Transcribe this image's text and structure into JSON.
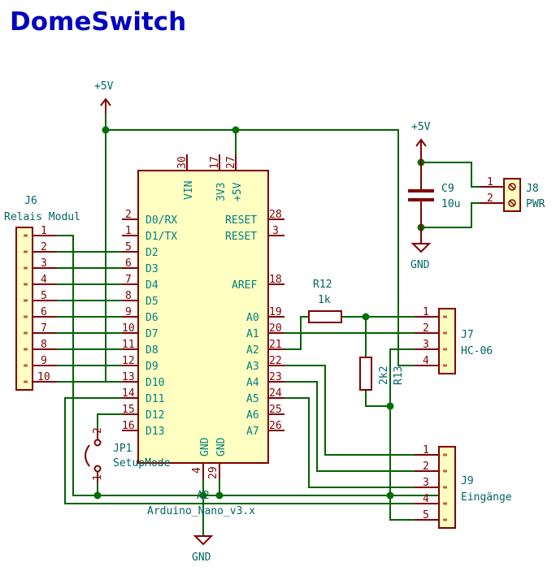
{
  "title": "DomeSwitch",
  "colors": {
    "wire": "#006400",
    "component": "#800000",
    "body_fill": "#ffffc2",
    "label": "#006464",
    "title": "#0000c0"
  },
  "power_labels": {
    "vcc_left": "+5V",
    "vcc_right": "+5V",
    "gnd_bottom": "GND",
    "gnd_right": "GND"
  },
  "arduino": {
    "reference": "A2",
    "value": "Arduino_Nano_v3.x",
    "top_pins": [
      {
        "name": "VIN",
        "number": "30"
      },
      {
        "name": "3V3",
        "number": "17"
      },
      {
        "name": "+5V",
        "number": "27"
      }
    ],
    "left_pins": [
      {
        "name": "D0/RX",
        "number": "2"
      },
      {
        "name": "D1/TX",
        "number": "1"
      },
      {
        "name": "D2",
        "number": "5"
      },
      {
        "name": "D3",
        "number": "6"
      },
      {
        "name": "D4",
        "number": "7"
      },
      {
        "name": "D5",
        "number": "8"
      },
      {
        "name": "D6",
        "number": "9"
      },
      {
        "name": "D7",
        "number": "10"
      },
      {
        "name": "D8",
        "number": "11"
      },
      {
        "name": "D9",
        "number": "12"
      },
      {
        "name": "D10",
        "number": "13"
      },
      {
        "name": "D11",
        "number": "14"
      },
      {
        "name": "D12",
        "number": "15"
      },
      {
        "name": "D13",
        "number": "16"
      }
    ],
    "right_pins": [
      {
        "name": "RESET",
        "number": "28"
      },
      {
        "name": "RESET",
        "number": "3"
      },
      {
        "name": "AREF",
        "number": "18"
      },
      {
        "name": "A0",
        "number": "19"
      },
      {
        "name": "A1",
        "number": "20"
      },
      {
        "name": "A2",
        "number": "21"
      },
      {
        "name": "A3",
        "number": "22"
      },
      {
        "name": "A4",
        "number": "23"
      },
      {
        "name": "A5",
        "number": "24"
      },
      {
        "name": "A6",
        "number": "25"
      },
      {
        "name": "A7",
        "number": "26"
      }
    ],
    "bottom_pins": [
      {
        "name": "GND",
        "number": "4"
      },
      {
        "name": "GND",
        "number": "29"
      }
    ]
  },
  "j6": {
    "reference": "J6",
    "value": "Relais Modul",
    "pins": [
      "1",
      "2",
      "3",
      "4",
      "5",
      "6",
      "7",
      "8",
      "9",
      "10"
    ]
  },
  "j7": {
    "reference": "J7",
    "value": "HC-06",
    "pins": [
      "1",
      "2",
      "3",
      "4"
    ]
  },
  "j8": {
    "reference": "J8",
    "value": "PWR",
    "pins": [
      "1",
      "2"
    ]
  },
  "j9": {
    "reference": "J9",
    "value": "Eingänge",
    "pins": [
      "1",
      "2",
      "3",
      "4",
      "5"
    ]
  },
  "jp1": {
    "reference": "JP1",
    "value": "SetupMode",
    "pins": [
      "1",
      "2"
    ]
  },
  "r12": {
    "reference": "R12",
    "value": "1k"
  },
  "r13": {
    "reference": "R13",
    "value": "2k2"
  },
  "c9": {
    "reference": "C9",
    "value": "10u"
  }
}
